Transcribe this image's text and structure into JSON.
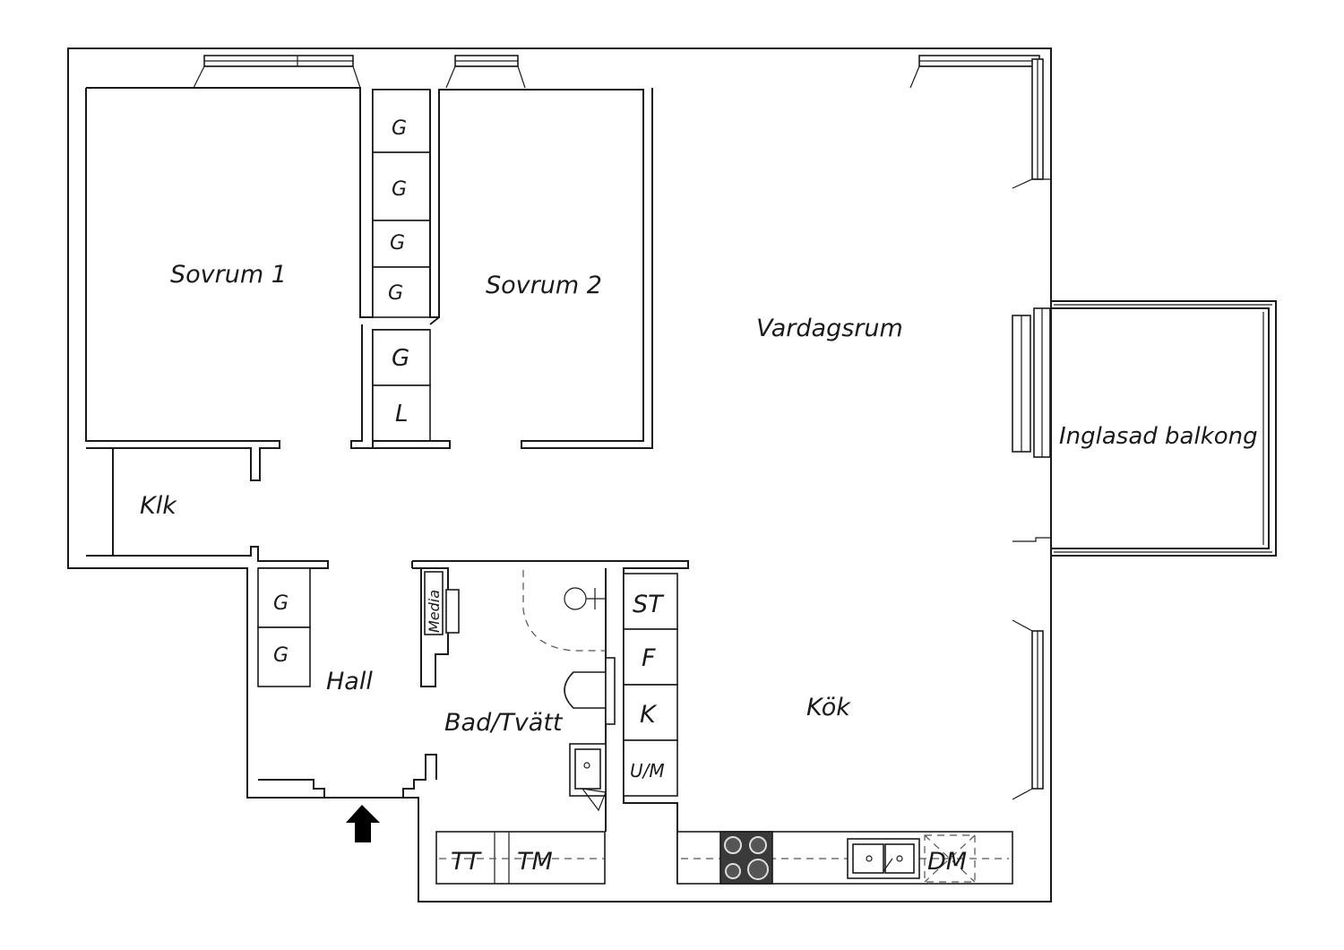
{
  "rooms": {
    "sovrum1": "Sovrum 1",
    "sovrum2": "Sovrum 2",
    "vardagsrum": "Vardagsrum",
    "balkong": "Inglasad balkong",
    "klk": "Klk",
    "hall": "Hall",
    "bad": "Bad/Tvätt",
    "kok": "Kök"
  },
  "fixtures": {
    "g": "G",
    "l": "L",
    "media": "Media",
    "st": "ST",
    "f": "F",
    "k": "K",
    "um": "U/M",
    "tt": "TT",
    "tm": "TM",
    "dm": "DM"
  },
  "colors": {
    "wall": "#1a1a1a",
    "stove": "#3a3a3a"
  }
}
